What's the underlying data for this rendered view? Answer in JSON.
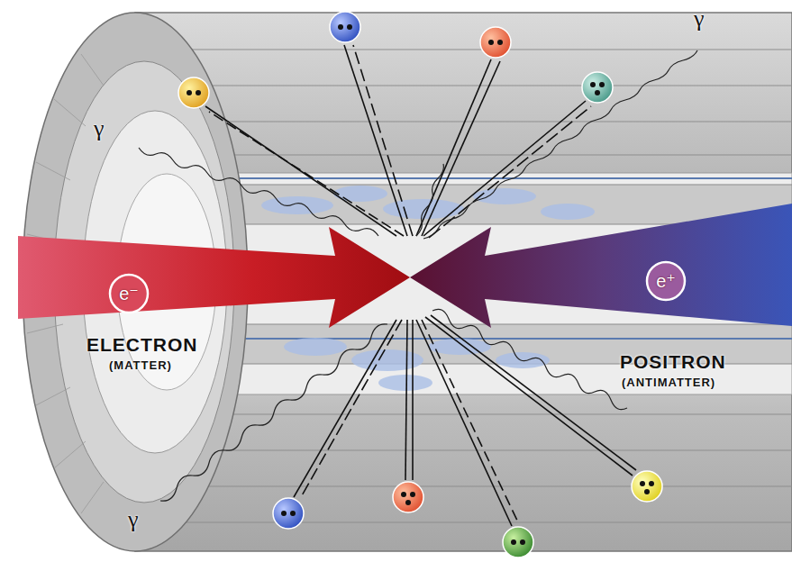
{
  "diagram": {
    "nodes": [
      {
        "text": [
          "e⁻"
        ]
      },
      {
        "text": [
          "e⁺"
        ]
      }
    ],
    "labels": [
      "γ",
      "γ",
      "γ",
      "ELECTRON",
      "(MATTER)",
      "POSITRON",
      "(ANTIMATTER)"
    ]
  }
}
